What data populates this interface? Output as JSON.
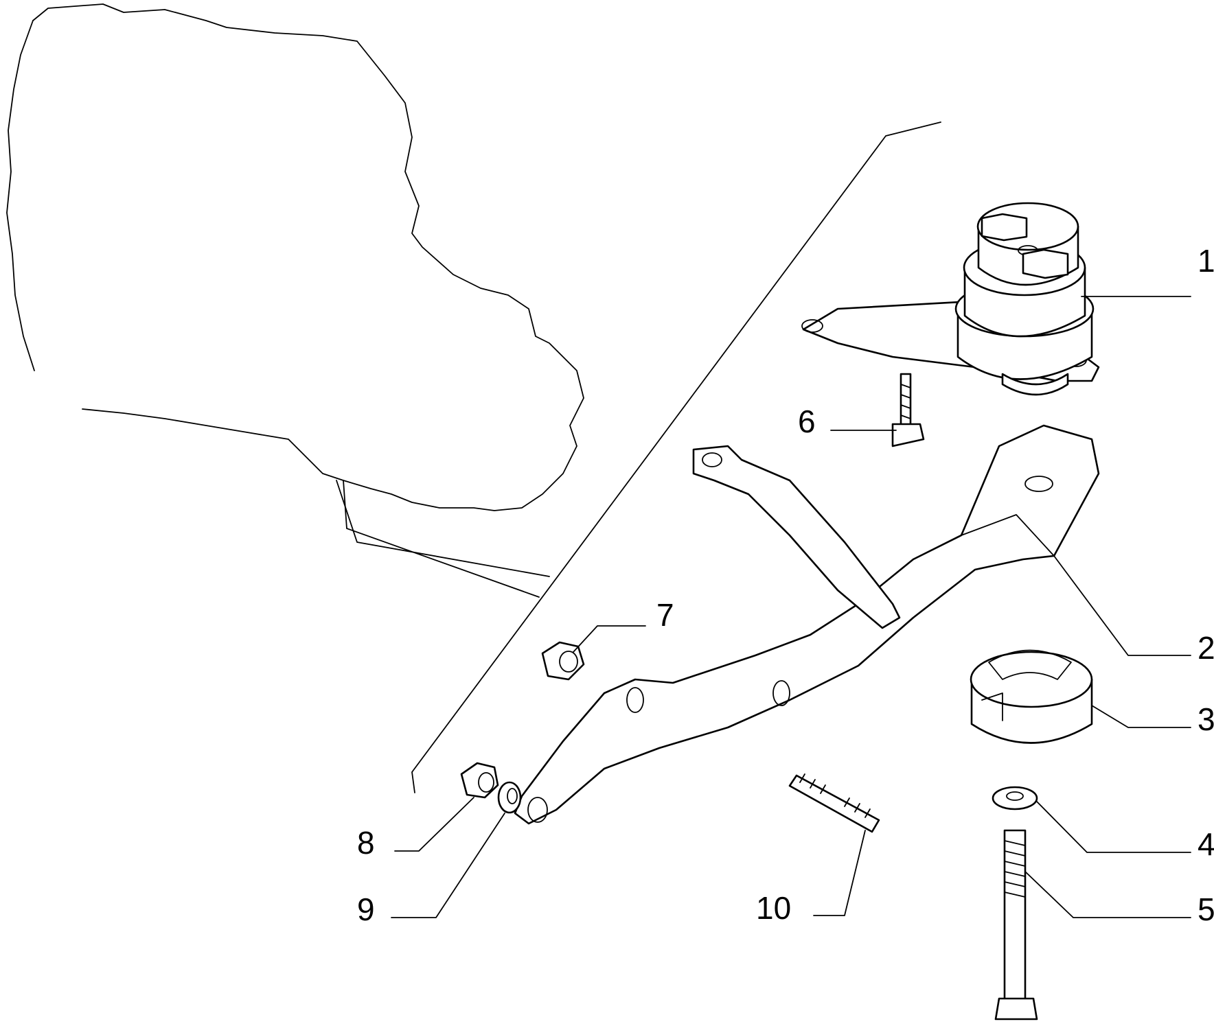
{
  "callouts": [
    {
      "id": "1",
      "part": "engine-mount"
    },
    {
      "id": "2",
      "part": "support-bracket"
    },
    {
      "id": "3",
      "part": "rubber-pad"
    },
    {
      "id": "4",
      "part": "washer"
    },
    {
      "id": "5",
      "part": "long-bolt"
    },
    {
      "id": "6",
      "part": "flange-screw"
    },
    {
      "id": "7",
      "part": "nut"
    },
    {
      "id": "8",
      "part": "nut"
    },
    {
      "id": "9",
      "part": "spring-washer"
    },
    {
      "id": "10",
      "part": "stud"
    }
  ]
}
